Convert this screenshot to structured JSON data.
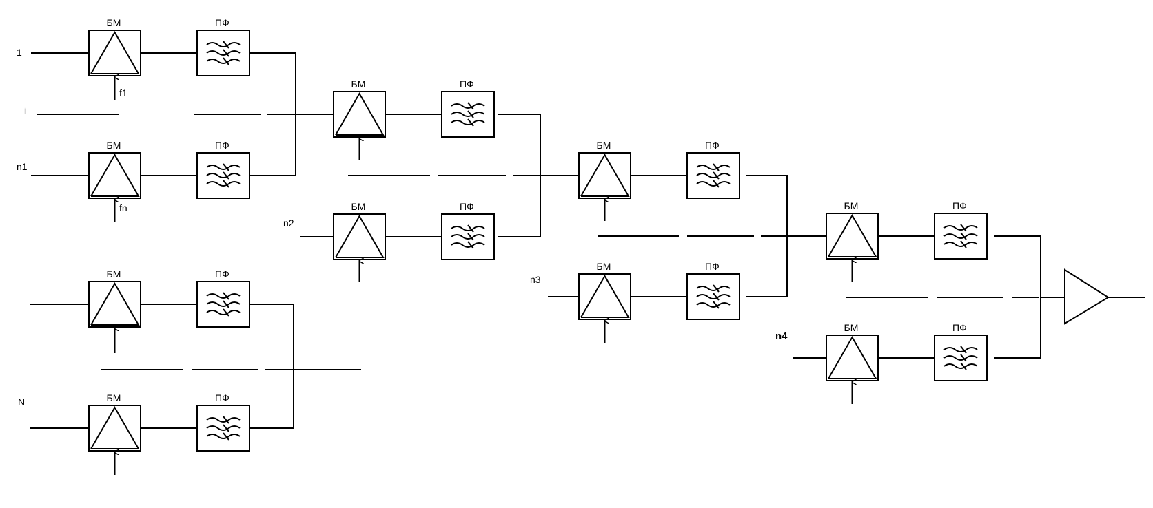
{
  "labels": {
    "modulator": "БМ",
    "filter": "ПФ"
  },
  "inputs": {
    "in_1": "1",
    "in_i": "i",
    "in_n1": "n1",
    "in_n2": "n2",
    "in_n3": "n3",
    "in_n4": "n4",
    "in_N": "N"
  },
  "carriers": {
    "f1": "f1",
    "fn": "fn"
  }
}
